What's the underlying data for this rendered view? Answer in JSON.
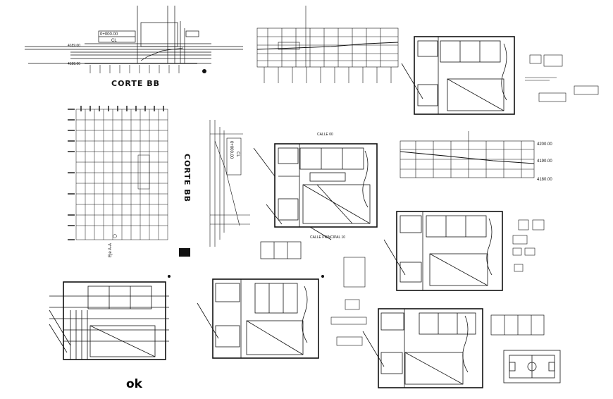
{
  "labels": {
    "corte_bb_top": "CORTE BB",
    "corte_bb_vertical": "CORTE BB",
    "ok": "ok",
    "eje": "Eje A-A",
    "elev_box_top": "0+000.00",
    "elev_box_top_cl": "CL",
    "elev_box_mid": "0+000.00",
    "elev_box_mid_cl": "CL",
    "calle_principal": "CALLE PRINCIPAL 10",
    "calle_label": "CALLE 00",
    "axis_right_1": "4200.00",
    "axis_right_2": "4190.00",
    "axis_right_3": "4180.00",
    "level_top_left": "4189.00",
    "level_top_left2": "4188.00"
  },
  "colors": {
    "ink": "#111111",
    "paper": "#ffffff"
  }
}
